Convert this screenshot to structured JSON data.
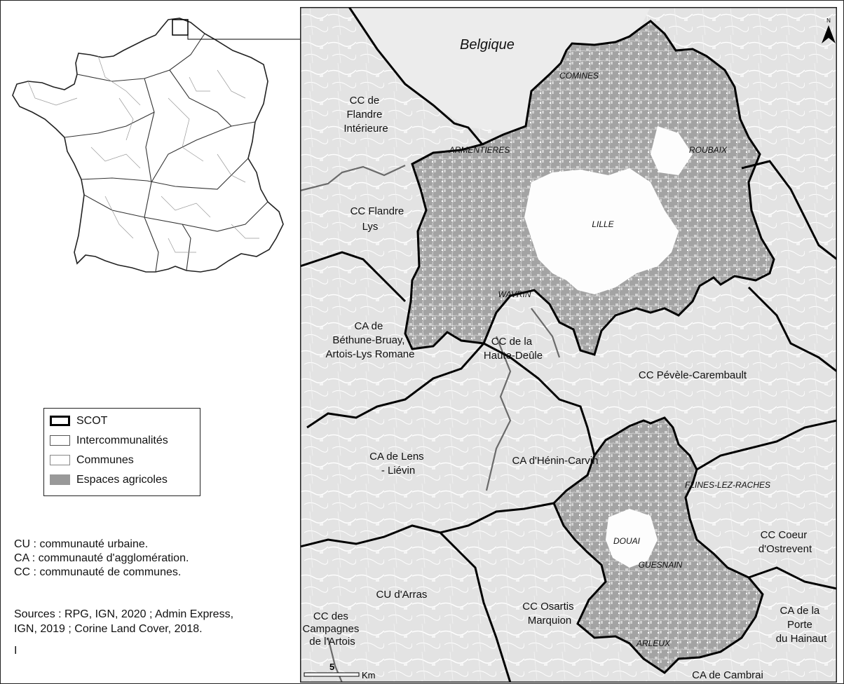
{
  "legend": {
    "items": [
      {
        "label": "SCOT",
        "stroke": "#000000",
        "fill": "#ffffff",
        "stroke_width": "3px"
      },
      {
        "label": "Intercommunalités",
        "stroke": "#555555",
        "fill": "#ffffff",
        "stroke_width": "1.5px"
      },
      {
        "label": "Communes",
        "stroke": "#888888",
        "fill": "#ffffff",
        "stroke_width": "1px"
      },
      {
        "label": "Espaces agricoles",
        "stroke": "#999999",
        "fill": "#999999",
        "stroke_width": "1px"
      }
    ]
  },
  "notes": {
    "cu": "CU : communauté urbaine.",
    "ca": "CA : communauté d'agglomération.",
    "cc": "CC : communauté de communes."
  },
  "sources": {
    "line1": "Sources : RPG, IGN, 2020 ; Admin Express,",
    "line2": "IGN, 2019 ; Corine Land Cover, 2018.",
    "mark": "I"
  },
  "map": {
    "country_label": "Belgique",
    "north_label": "N",
    "scale_value": "5",
    "scale_unit": "Km",
    "intercommunalites": [
      {
        "lines": [
          "CC de",
          "Flandre",
          "Intérieure"
        ]
      },
      {
        "lines": [
          "CC Flandre",
          "Lys"
        ]
      },
      {
        "lines": [
          "CA de",
          "Béthune-Bruay,",
          "Artois-Lys Romane"
        ]
      },
      {
        "lines": [
          "CC de la",
          "Haute-Deûle"
        ]
      },
      {
        "lines": [
          "CC Pévèle-Carembault"
        ]
      },
      {
        "lines": [
          "CA de Lens",
          "- Liévin"
        ]
      },
      {
        "lines": [
          "CA d'Hénin-Carvin"
        ]
      },
      {
        "lines": [
          "CC Coeur",
          "d'Ostrevent"
        ]
      },
      {
        "lines": [
          "CU d'Arras"
        ]
      },
      {
        "lines": [
          "CC Osartis",
          "Marquion"
        ]
      },
      {
        "lines": [
          "CC des",
          "Campagnes",
          "de l'Artois"
        ]
      },
      {
        "lines": [
          "CA de la",
          "Porte",
          "du Hainaut"
        ]
      },
      {
        "lines": [
          "CA de Cambrai"
        ]
      }
    ],
    "cities": [
      "COMINES",
      "ARMENTIERES",
      "ROUBAIX",
      "LILLE",
      "WAVRIN",
      "FLINES-LEZ-RACHES",
      "DOUAI",
      "GUESNAIN",
      "ARLEUX"
    ]
  },
  "colors": {
    "agricultural": "#999999",
    "background_land": "#e6e6e6",
    "scot_boundary": "#000000",
    "interco_boundary": "#666666"
  }
}
